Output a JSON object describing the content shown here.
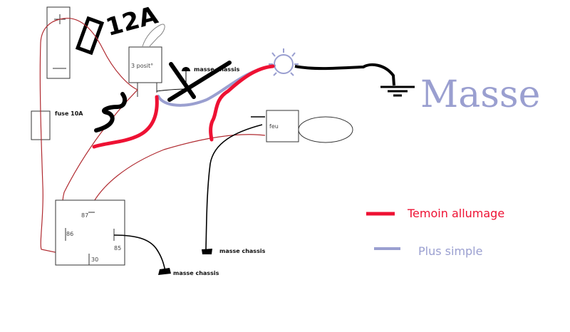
{
  "labels": {
    "fuse_12a": "12A",
    "switch": "3 posit°",
    "masse_chassis_switch": "masse chassis",
    "fuse_10a": "fuse 10A",
    "feu": "feu",
    "masse_hand": "Masse",
    "masse_chassis_relay": "masse chassis",
    "masse_chassis_feu": "masse chassis"
  },
  "relay_pins": {
    "p87": "87",
    "p86": "86",
    "p85": "85",
    "p30": "30"
  },
  "legend": [
    {
      "label": "Temoin allumage",
      "color": "#ee1133"
    },
    {
      "label": "Plus simple",
      "color": "#9a9fd0"
    }
  ],
  "colors": {
    "wire": "#b02a30",
    "red_marker": "#ee1133",
    "blue_marker": "#9a9fd0",
    "black_marker": "#000000"
  }
}
